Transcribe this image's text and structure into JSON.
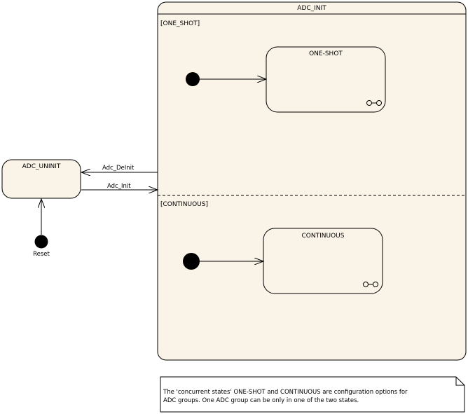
{
  "diagram": {
    "composite_state": {
      "name": "ADC_INIT",
      "fill": "#faf3e8"
    },
    "regions": [
      {
        "guard": "[ONE_SHOT]",
        "state_name": "ONE-SHOT"
      },
      {
        "guard": "[CONTINUOUS]",
        "state_name": "CONTINUOUS"
      }
    ],
    "uninit_state": {
      "name": "ADC_UNINIT"
    },
    "reset_label": "Reset",
    "transitions": {
      "deinit": "Adc_DeInit",
      "init": "Adc_Init"
    },
    "note": {
      "line1": "The 'concurrent states' ONE-SHOT and CONTINUOUS are configuration options for",
      "line2": "ADC groups. One ADC group can be only in one of the two states."
    }
  }
}
